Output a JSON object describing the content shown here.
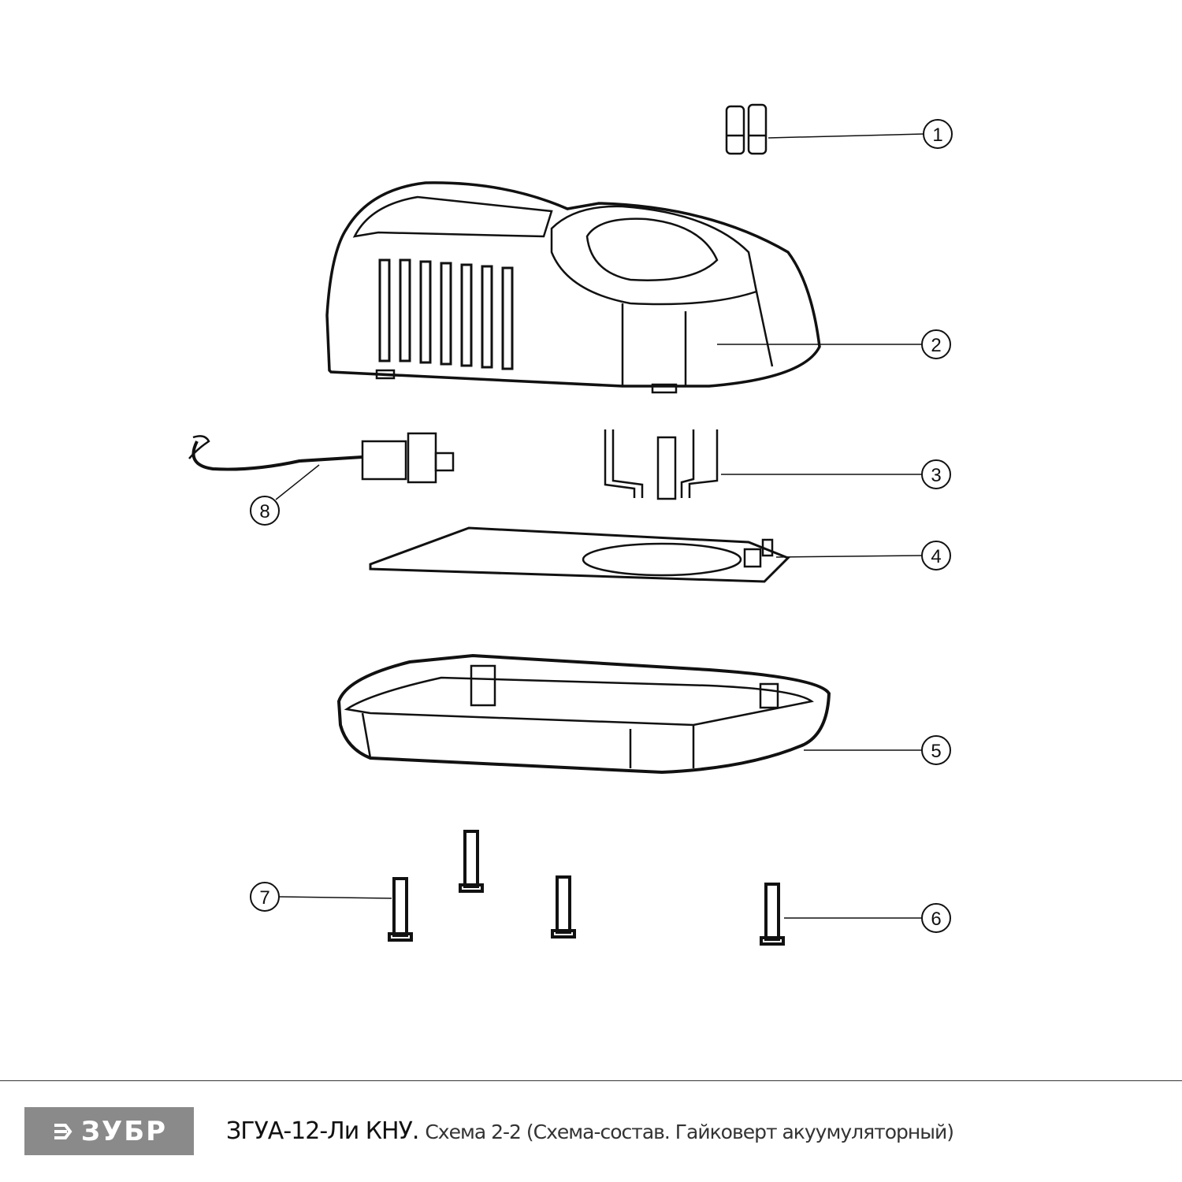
{
  "callouts": [
    "1",
    "2",
    "3",
    "4",
    "5",
    "6",
    "7",
    "8"
  ],
  "parts": [
    {
      "num": "1",
      "name": "contact-pins"
    },
    {
      "num": "2",
      "name": "charger-top-housing"
    },
    {
      "num": "3",
      "name": "terminal-contacts"
    },
    {
      "num": "4",
      "name": "circuit-board"
    },
    {
      "num": "5",
      "name": "charger-bottom-housing"
    },
    {
      "num": "6",
      "name": "screw"
    },
    {
      "num": "7",
      "name": "screw"
    },
    {
      "num": "8",
      "name": "power-cord"
    }
  ],
  "footer": {
    "logo_text": "ЗУБР",
    "model": "ЗГУА-12-Ли КНУ.",
    "description": "Схема 2-2 (Схема-состав. Гайковерт акуумуляторный)"
  },
  "colors": {
    "logo_bg": "#8a8a8a",
    "line": "#111111"
  }
}
